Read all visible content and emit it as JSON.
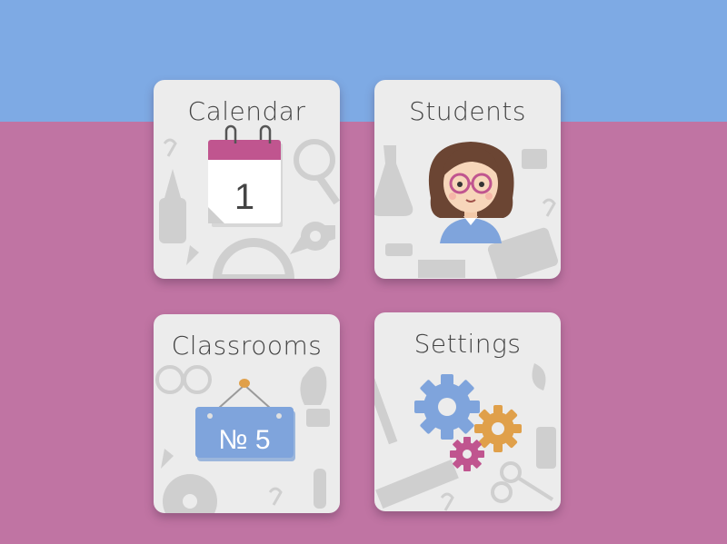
{
  "tiles": [
    {
      "title": "Calendar",
      "icon": "calendar-icon",
      "calendar_day": "1"
    },
    {
      "title": "Students",
      "icon": "student-avatar-icon"
    },
    {
      "title": "Classrooms",
      "icon": "classroom-sign-icon",
      "sign_text": "№ 5"
    },
    {
      "title": "Settings",
      "icon": "gears-icon"
    }
  ],
  "colors": {
    "top_background": "#7eaae4",
    "bottom_background": "#c074a3",
    "tile_background": "#ececec",
    "accent_pink": "#c0558f",
    "accent_blue": "#7fa4dc",
    "accent_orange": "#e0a04a"
  }
}
